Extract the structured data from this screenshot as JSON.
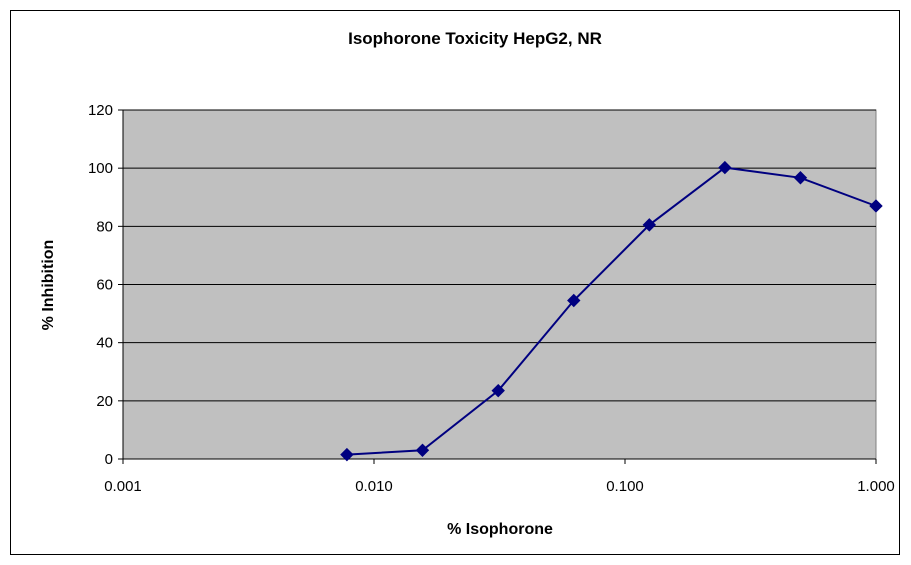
{
  "chart_data": {
    "type": "scatter",
    "title": "Isophorone Toxicity HepG2, NR",
    "xlabel": "% Isophorone",
    "ylabel": "% Inhibition",
    "x_scale": "log",
    "xlim": [
      0.001,
      1.0
    ],
    "ylim": [
      0,
      120
    ],
    "x_ticks": [
      "0.001",
      "0.010",
      "0.100",
      "1.000"
    ],
    "y_ticks": [
      "0",
      "20",
      "40",
      "60",
      "80",
      "100",
      "120"
    ],
    "grid": "horizontal major lines",
    "legend": "none",
    "colors": {
      "plot_background": "#c0c0c0",
      "series_line": "#000080",
      "marker": "#000080",
      "grid": "#000000"
    },
    "series": [
      {
        "x": [
          0.0078,
          0.0156,
          0.03125,
          0.0625,
          0.125,
          0.25,
          0.5,
          1.0
        ],
        "y": [
          1.5,
          3,
          23.5,
          54.5,
          80.5,
          100.2,
          96.7,
          87
        ]
      }
    ]
  }
}
